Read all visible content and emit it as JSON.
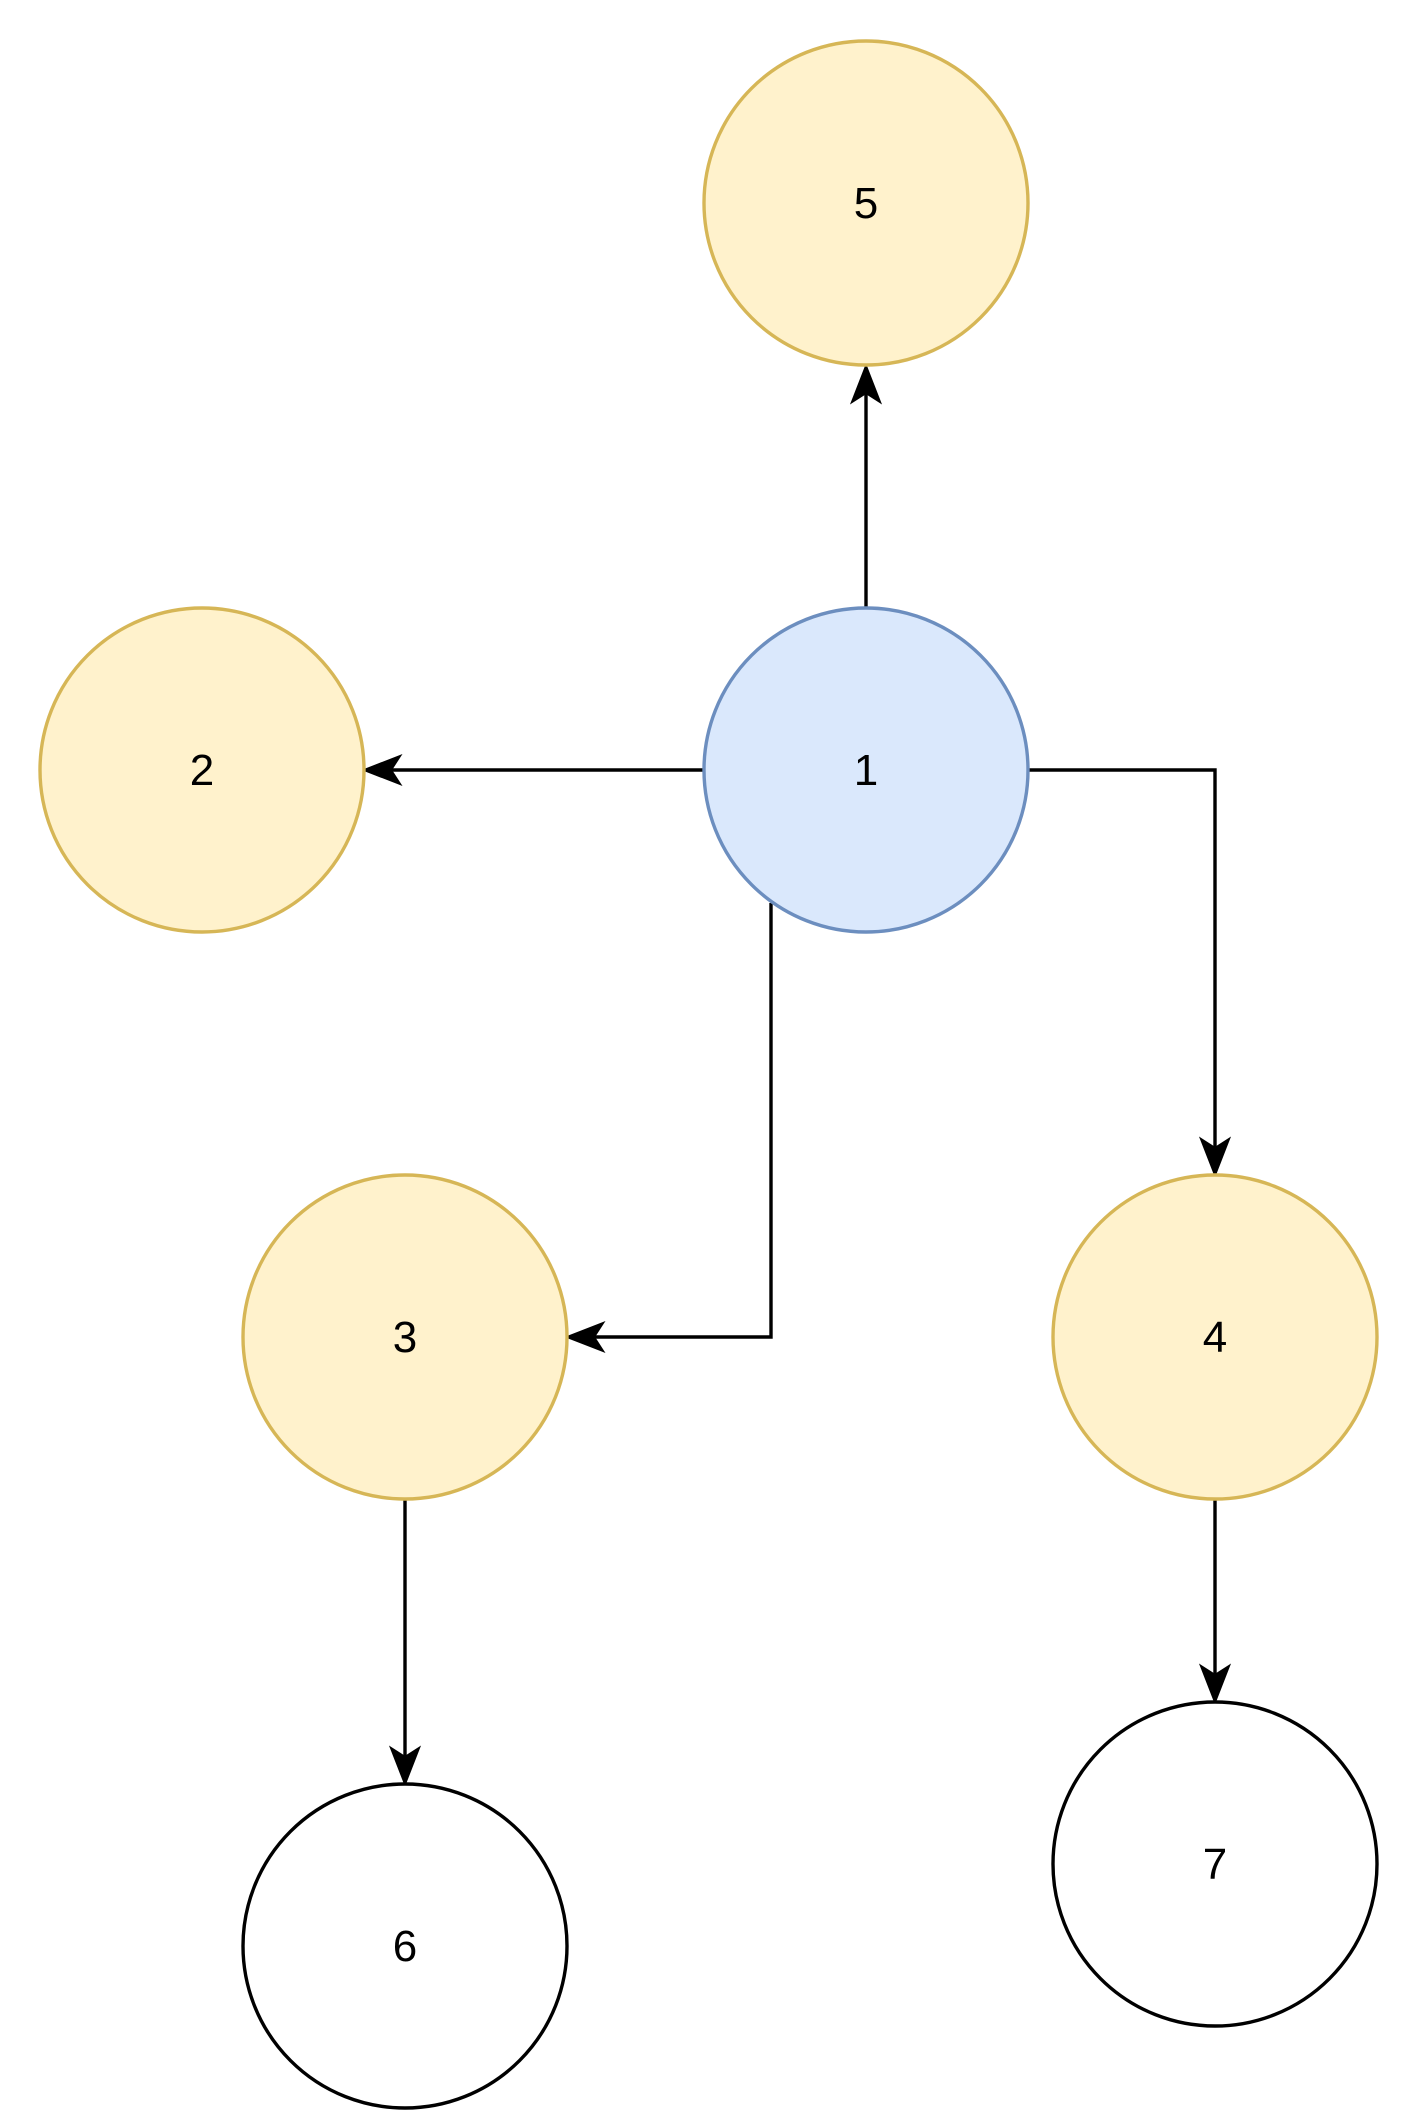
{
  "diagram": {
    "nodes": [
      {
        "id": "1",
        "label": "1",
        "fill": "#dae8fc",
        "stroke": "#6c8ebf"
      },
      {
        "id": "2",
        "label": "2",
        "fill": "#fff2cc",
        "stroke": "#d6b656"
      },
      {
        "id": "3",
        "label": "3",
        "fill": "#fff2cc",
        "stroke": "#d6b656"
      },
      {
        "id": "4",
        "label": "4",
        "fill": "#fff2cc",
        "stroke": "#d6b656"
      },
      {
        "id": "5",
        "label": "5",
        "fill": "#fff2cc",
        "stroke": "#d6b656"
      },
      {
        "id": "6",
        "label": "6",
        "fill": "#ffffff",
        "stroke": "#000000"
      },
      {
        "id": "7",
        "label": "7",
        "fill": "#ffffff",
        "stroke": "#000000"
      }
    ],
    "edges": [
      {
        "from": "1",
        "to": "5"
      },
      {
        "from": "1",
        "to": "2"
      },
      {
        "from": "1",
        "to": "3"
      },
      {
        "from": "1",
        "to": "4"
      },
      {
        "from": "3",
        "to": "6"
      },
      {
        "from": "4",
        "to": "7"
      }
    ]
  }
}
